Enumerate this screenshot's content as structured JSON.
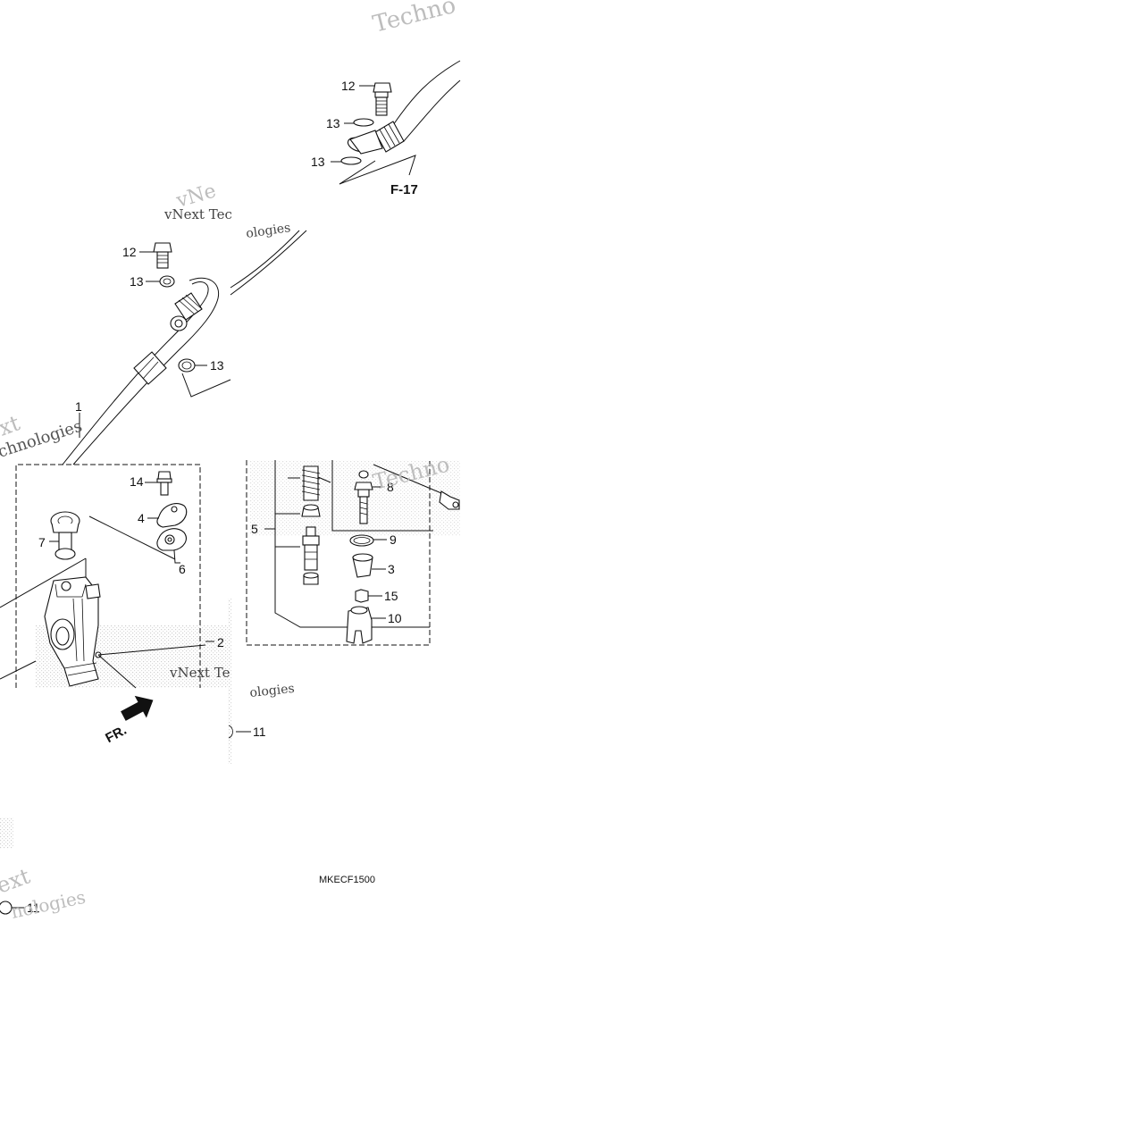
{
  "diagram": {
    "code": "MKECF1500",
    "ref_label": "F-17",
    "front_label": "FR.",
    "callouts": {
      "c12a": "12",
      "c13a": "13",
      "c13b": "13",
      "c12b": "12",
      "c13c": "13",
      "c13d": "13",
      "c1": "1",
      "c14": "14",
      "c4": "4",
      "c7": "7",
      "c6": "6",
      "c2": "2",
      "c5": "5",
      "c8": "8",
      "c9": "9",
      "c3": "3",
      "c15": "15",
      "c10": "10",
      "c11a": "11",
      "c11b": "11"
    },
    "watermarks": {
      "w1": "Techno",
      "w2": "vNext Tec",
      "w2b": "ologies",
      "w3": "vNe",
      "w4": "xt",
      "w5": "chnologies",
      "w6": "Techno",
      "w7": "vNext Te",
      "w7b": "ologies",
      "w8": "ext",
      "w9": "nologies"
    }
  },
  "colors": {
    "ink": "#111111",
    "watermark": "#bdbdbd",
    "stipple": "#d0d0d0"
  }
}
